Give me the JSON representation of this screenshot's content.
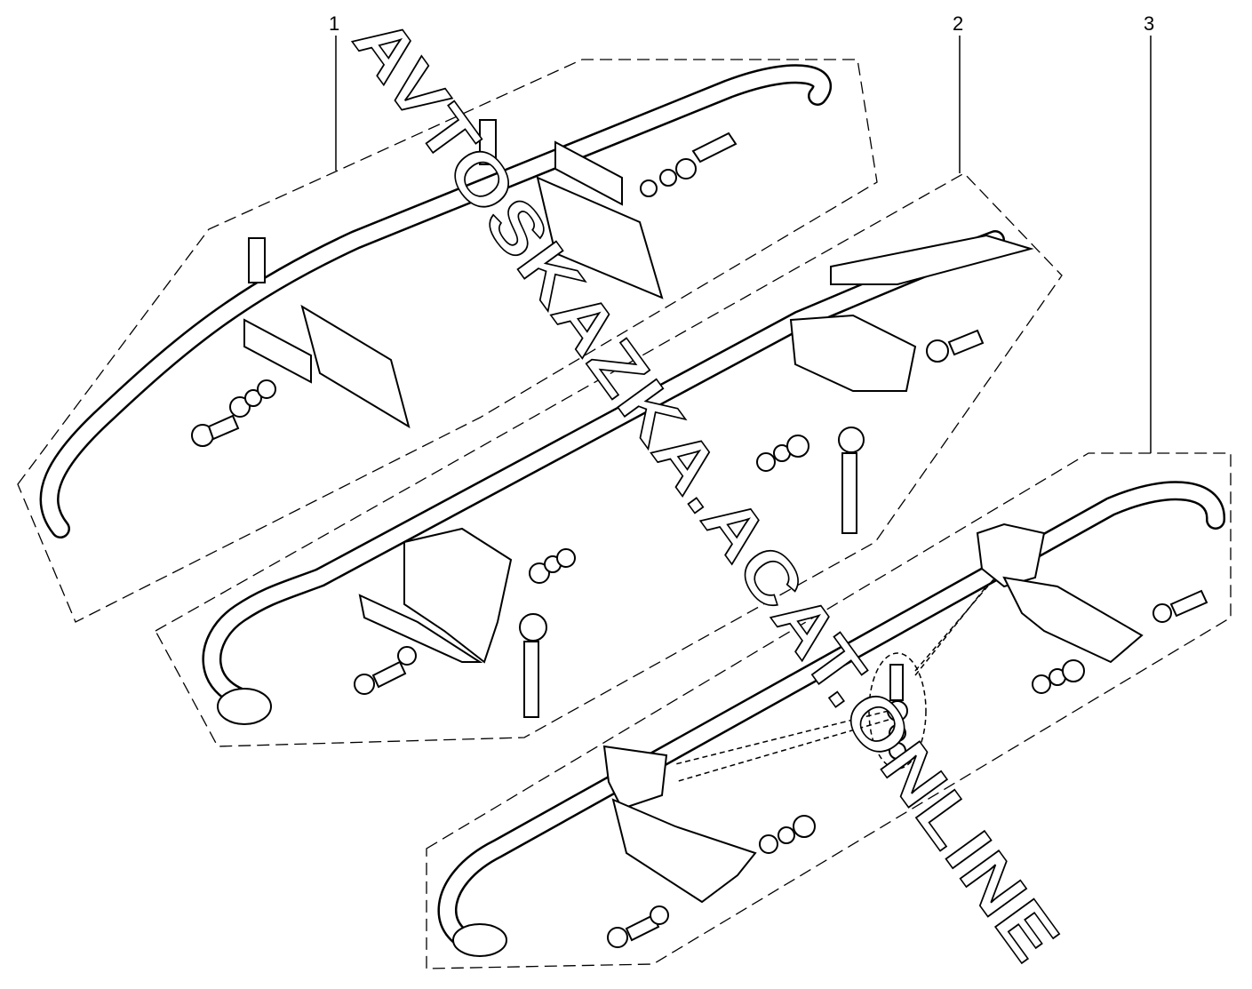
{
  "labels": {
    "one": "1",
    "two": "2",
    "three": "3"
  },
  "watermark": "AVTOSKAZKA.ACAT.ONLINE"
}
